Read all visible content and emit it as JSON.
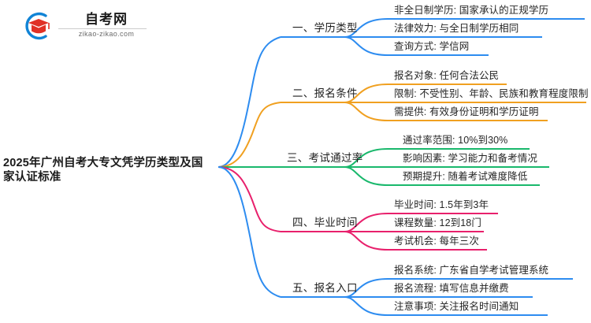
{
  "logo": {
    "name": "自考网",
    "domain": "zikao-zikao.com",
    "mark_icon": "graduation-cap-icon",
    "arc_color": "#1184d6",
    "cap_color": "#e03127"
  },
  "mindmap": {
    "root": "2025年广州自考大专文凭学历类型及国家认证标准",
    "branches": [
      {
        "label": "一、学历类型",
        "color": "#2d8cf0",
        "items": [
          "非全日制学历: 国家承认的正规学历",
          "法律效力: 与全日制学历相同",
          "查询方式: 学信网"
        ]
      },
      {
        "label": "二、报名条件",
        "color": "#f0a020",
        "items": [
          "报名对象: 任何合法公民",
          "限制: 不受性别、年龄、民族和教育程度限制",
          "需提供: 有效身份证明和学历证明"
        ]
      },
      {
        "label": "三、考试通过率",
        "color": "#19b86c",
        "items": [
          "通过率范围: 10%到30%",
          "影响因素: 学习能力和备考情况",
          "预期提升: 随着考试难度降低"
        ]
      },
      {
        "label": "四、毕业时间",
        "color": "#e8206c",
        "items": [
          "毕业时间: 1.5年到3年",
          "课程数量: 12到18门",
          "考试机会: 每年三次"
        ]
      },
      {
        "label": "五、报名入口",
        "color": "#2d8cf0",
        "items": [
          "报名系统: 广东省自学考试管理系统",
          "报名流程: 填写信息并缴费",
          "注意事项: 关注报名时间通知"
        ]
      }
    ]
  }
}
